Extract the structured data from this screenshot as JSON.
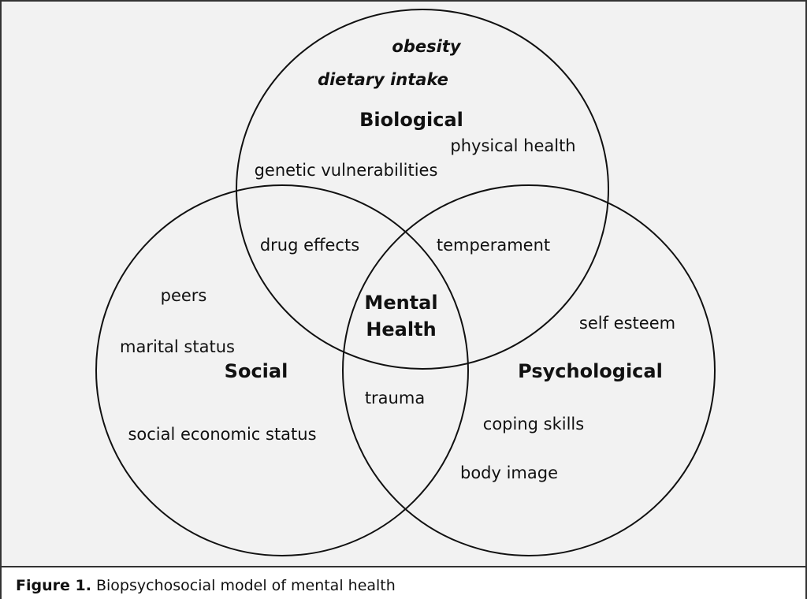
{
  "circles": {
    "biological": {
      "title": "Biological",
      "items": [
        "obesity",
        "dietary intake",
        "physical health",
        "genetic vulnerabilities"
      ]
    },
    "social": {
      "title": "Social",
      "items": [
        "peers",
        "marital status",
        "social economic status"
      ]
    },
    "psychological": {
      "title": "Psychological",
      "items": [
        "self esteem",
        "coping skills",
        "body image"
      ]
    }
  },
  "overlaps": {
    "bio_social": "drug effects",
    "bio_psych": "temperament",
    "social_psych": "trauma",
    "center_line1": "Mental",
    "center_line2": "Health"
  },
  "caption": {
    "label": "Figure 1.",
    "text": " Biopsychosocial model of mental health"
  }
}
